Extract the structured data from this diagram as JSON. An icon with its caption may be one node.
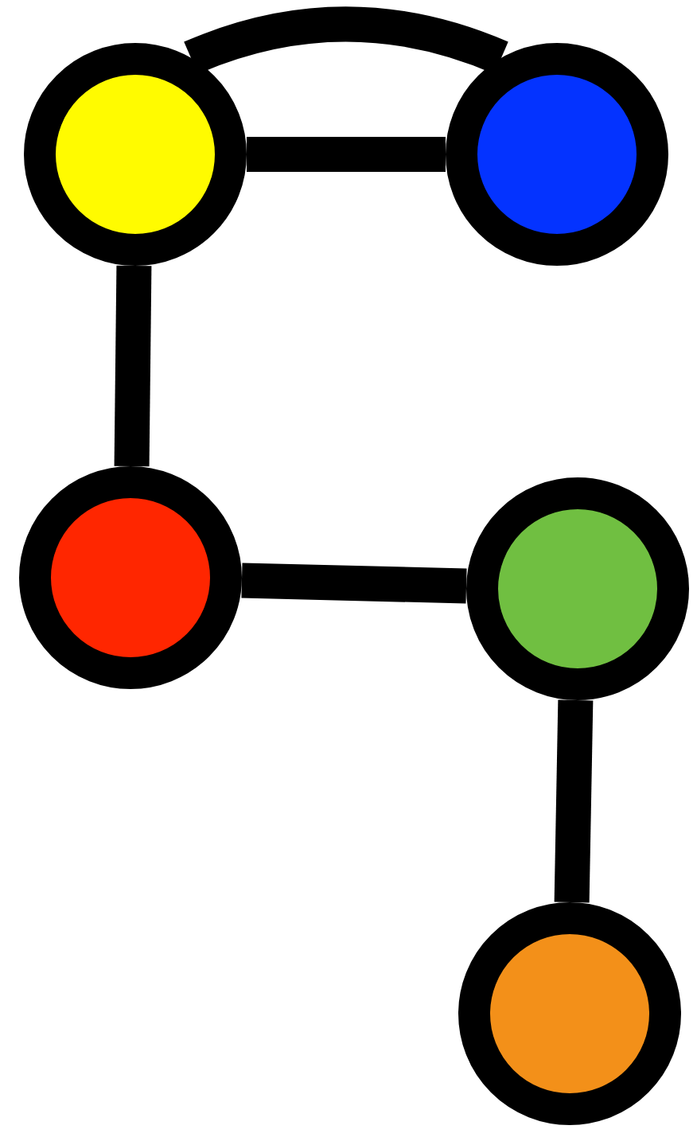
{
  "diagram": {
    "nodes": [
      {
        "text": [],
        "shape": "circle"
      },
      {
        "text": [],
        "shape": "circle"
      },
      {
        "text": [],
        "shape": "circle"
      },
      {
        "text": [],
        "shape": "circle"
      },
      {
        "text": [],
        "shape": "circle"
      }
    ],
    "edges": [
      {
        "from": 0,
        "to": 1,
        "arrow": "none"
      },
      {
        "from": 0,
        "to": 1,
        "arrow": "none"
      },
      {
        "from": 0,
        "to": 2,
        "arrow": "none"
      },
      {
        "from": 2,
        "to": 3,
        "arrow": "none"
      },
      {
        "from": 3,
        "to": 4,
        "arrow": "none"
      }
    ]
  }
}
